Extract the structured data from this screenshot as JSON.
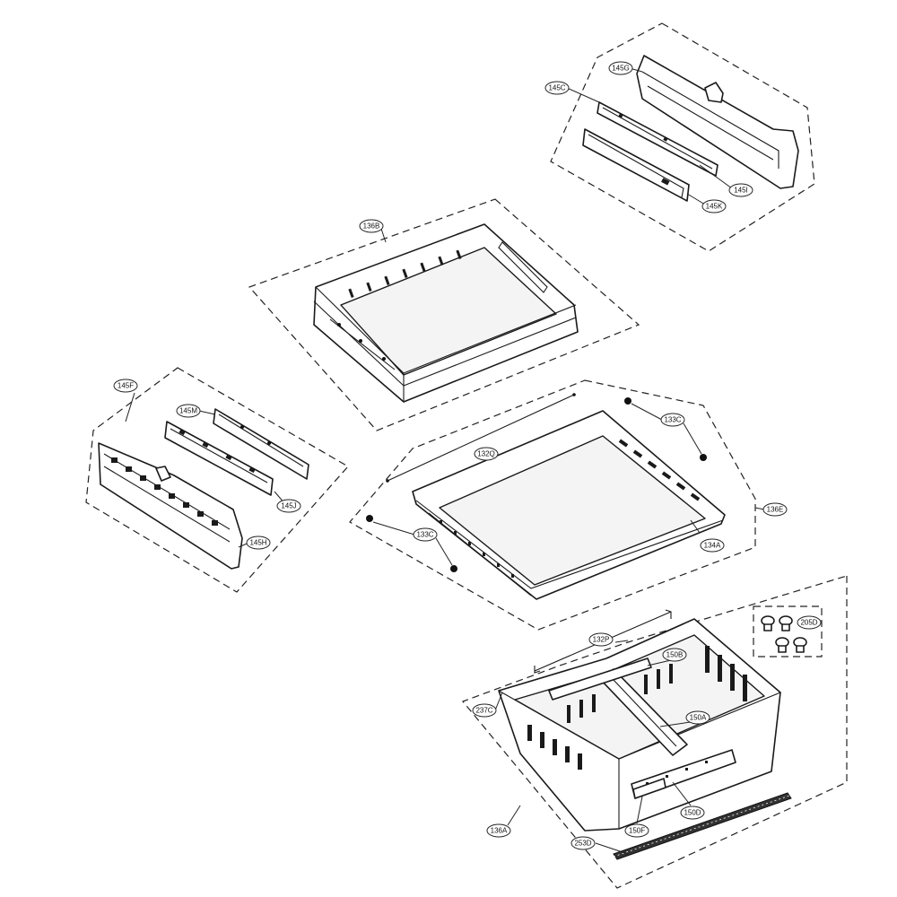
{
  "callouts": {
    "c145C": "145C",
    "c145G": "145G",
    "c145I": "145I",
    "c145K": "145K",
    "c136B": "136B",
    "c145F": "145F",
    "c145M": "145M",
    "c145J": "145J",
    "c145H": "145H",
    "c133C_top": "133C",
    "c132Q": "132Q",
    "c136E": "136E",
    "c134A": "134A",
    "c133C_bottom": "133C",
    "c132P": "132P",
    "c150B": "150B",
    "c205D": "205D",
    "c237C": "237C",
    "c150A": "150A",
    "c150D": "150D",
    "c150F": "150F",
    "c136A": "136A",
    "c253D": "253D"
  }
}
